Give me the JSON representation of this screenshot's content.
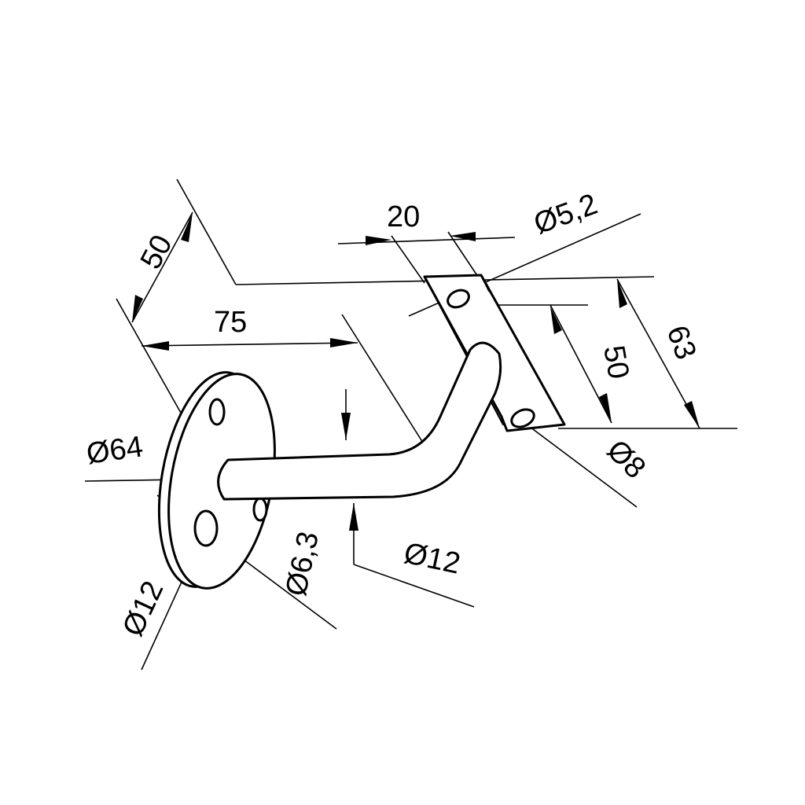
{
  "drawing": {
    "dimensions": {
      "wall_offset": "50",
      "projection_length": "75",
      "plate_width": "20",
      "plate_hole_diameter": "Ø5,2",
      "plate_height_total": "63",
      "plate_hole_spacing": "50",
      "plate_hole_large_diameter": "Ø8",
      "rosette_diameter": "Ø64",
      "rosette_hole_diameter_outer": "Ø12",
      "rosette_hole_diameter_inner": "Ø6,3",
      "rod_diameter": "Ø12"
    },
    "colors": {
      "line": "#000000",
      "background": "#ffffff"
    }
  }
}
